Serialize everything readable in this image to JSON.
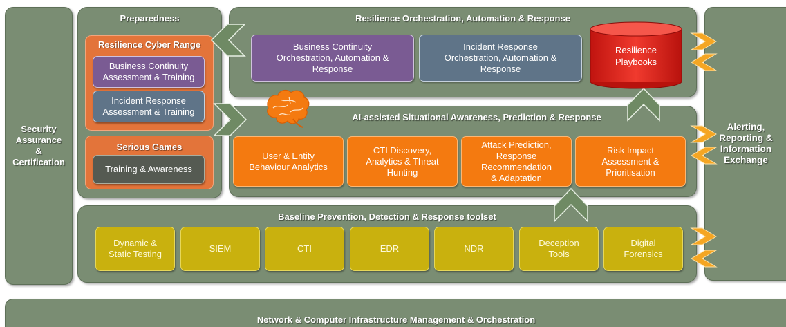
{
  "left_panel": {
    "label": "Security\nAssurance\n&\nCertification"
  },
  "right_panel": {
    "label": "Alerting,\nReporting &\nInformation\nExchange"
  },
  "preparedness": {
    "title": "Preparedness",
    "cyber_range": {
      "title": "Resilience Cyber Range",
      "items": [
        "Business Continuity\nAssessment & Training",
        "Incident Response\nAssessment & Training"
      ]
    },
    "serious_games": {
      "title": "Serious Games",
      "items": [
        "Training & Awareness"
      ]
    }
  },
  "orchestration": {
    "title": "Resilience Orchestration, Automation & Response",
    "items": [
      "Business Continuity\nOrchestration, Automation &\nResponse",
      "Incident Response\nOrchestration, Automation &\nResponse"
    ],
    "playbooks": "Resilience\nPlaybooks"
  },
  "situational": {
    "title": "AI-assisted Situational Awareness, Prediction & Response",
    "items": [
      "User & Entity\nBehaviour Analytics",
      "CTI Discovery,\nAnalytics & Threat\nHunting",
      "Attack Prediction,\nResponse\nRecommendation\n& Adaptation",
      "Risk Impact\nAssessment &\nPrioritisation"
    ]
  },
  "baseline": {
    "title": "Baseline Prevention, Detection & Response toolset",
    "items": [
      "Dynamic &\nStatic Testing",
      "SIEM",
      "CTI",
      "EDR",
      "NDR",
      "Deception\nTools",
      "Digital\nForensics"
    ]
  },
  "bottom": {
    "title": "Network & Computer Infrastructure Management & Orchestration"
  },
  "colors": {
    "panel": "#7a8d73",
    "orange": "#f47a10",
    "yellow": "#c9b10e",
    "purple": "#7a5b93",
    "slate": "#5f7488",
    "red": "#e8231e",
    "arrow_green": "#6f8a64",
    "arrow_orange": "#f5a623"
  }
}
